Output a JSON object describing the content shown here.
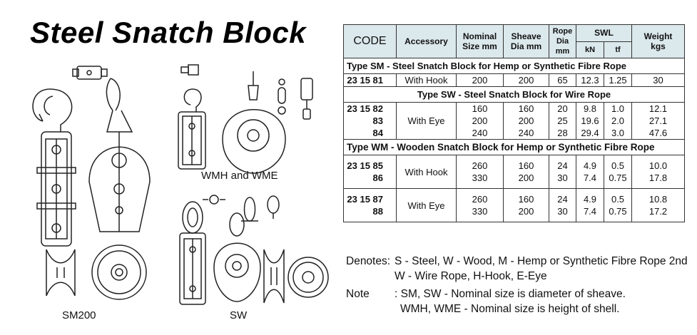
{
  "title": "Steel Snatch Block",
  "drawing_labels": {
    "sm200": "SM200",
    "wmh_wme": "WMH and WME",
    "sw": "SW"
  },
  "table": {
    "headers": {
      "code": "CODE",
      "accessory": "Accessory",
      "nominal_size": [
        "Nominal",
        "Size mm"
      ],
      "sheave_dia": [
        "Sheave",
        "Dia mm"
      ],
      "rope_dia": [
        "Rope",
        "Dia",
        "mm"
      ],
      "swl": "SWL",
      "swl_kn": "kN",
      "swl_tf": "tf",
      "weight": [
        "Weight",
        "kgs"
      ]
    },
    "groups": [
      {
        "title": "Type SM - Steel Snatch Block for Hemp or Synthetic Fibre Rope",
        "rows": [
          {
            "codes": [
              "23 15 81"
            ],
            "accessory": "With Hook",
            "nominal": [
              "200"
            ],
            "sheave": [
              "200"
            ],
            "rope": [
              "65"
            ],
            "kn": [
              "12.3"
            ],
            "tf": [
              "1.25"
            ],
            "weight": [
              "30"
            ]
          }
        ]
      },
      {
        "title": "Type SW - Steel Snatch Block for Wire Rope",
        "rows": [
          {
            "codes": [
              "23 15 82",
              "83",
              "84"
            ],
            "accessory": "With Eye",
            "nominal": [
              "160",
              "200",
              "240"
            ],
            "sheave": [
              "160",
              "200",
              "240"
            ],
            "rope": [
              "20",
              "25",
              "28"
            ],
            "kn": [
              "9.8",
              "19.6",
              "29.4"
            ],
            "tf": [
              "1.0",
              "2.0",
              "3.0"
            ],
            "weight": [
              "12.1",
              "27.1",
              "47.6"
            ]
          }
        ]
      },
      {
        "title": "Type WM - Wooden Snatch Block for Hemp or Synthetic Fibre Rope",
        "rows": [
          {
            "codes": [
              "23 15 85",
              "86"
            ],
            "accessory": "With Hook",
            "nominal": [
              "260",
              "330"
            ],
            "sheave": [
              "160",
              "200"
            ],
            "rope": [
              "24",
              "30"
            ],
            "kn": [
              "4.9",
              "7.4"
            ],
            "tf": [
              "0.5",
              "0.75"
            ],
            "weight": [
              "10.0",
              "17.8"
            ]
          },
          {
            "codes": [
              "23 15 87",
              "88"
            ],
            "accessory": "With Eye",
            "nominal": [
              "260",
              "330"
            ],
            "sheave": [
              "160",
              "200"
            ],
            "rope": [
              "24",
              "30"
            ],
            "kn": [
              "4.9",
              "7.4"
            ],
            "tf": [
              "0.5",
              "0.75"
            ],
            "weight": [
              "10.8",
              "17.2"
            ]
          }
        ]
      }
    ]
  },
  "notes": {
    "denotes_key": "Denotes:",
    "denotes_text": "S - Steel, W - Wood, M - Hemp or Synthetic Fibre Rope 2nd W - Wire Rope, H-Hook, E-Eye",
    "note_key": "Note",
    "note_text_1": ": SM, SW - Nominal size is diameter of sheave.",
    "note_text_2": "WMH, WME - Nominal size is height of shell."
  }
}
